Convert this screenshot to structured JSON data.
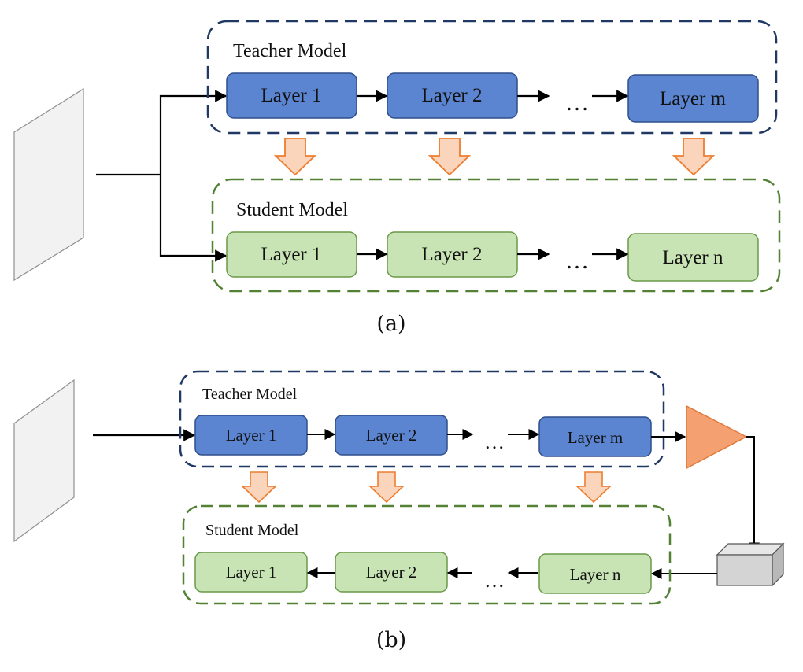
{
  "colors": {
    "teacher_fill": "#5b84d1",
    "teacher_border": "#1f3864",
    "student_fill": "#c9e4b4",
    "student_border": "#548235",
    "transfer_arrow_fill": "#fbd5bb",
    "transfer_arrow_stroke": "#ed7d31",
    "amplifier_fill": "#f4a070",
    "device_fill": "#d4d4d4"
  },
  "panel_a": {
    "teacher_title": "Teacher Model",
    "teacher_layers": [
      "Layer 1",
      "Layer 2",
      "Layer m"
    ],
    "student_title": "Student Model",
    "student_layers": [
      "Layer 1",
      "Layer 2",
      "Layer n"
    ],
    "ellipsis": "…",
    "caption": "(a)"
  },
  "panel_b": {
    "teacher_title": "Teacher Model",
    "teacher_layers": [
      "Layer 1",
      "Layer 2",
      "Layer m"
    ],
    "student_title": "Student Model",
    "student_layers": [
      "Layer 1",
      "Layer 2",
      "Layer n"
    ],
    "ellipsis": "…",
    "caption": "(b)"
  }
}
